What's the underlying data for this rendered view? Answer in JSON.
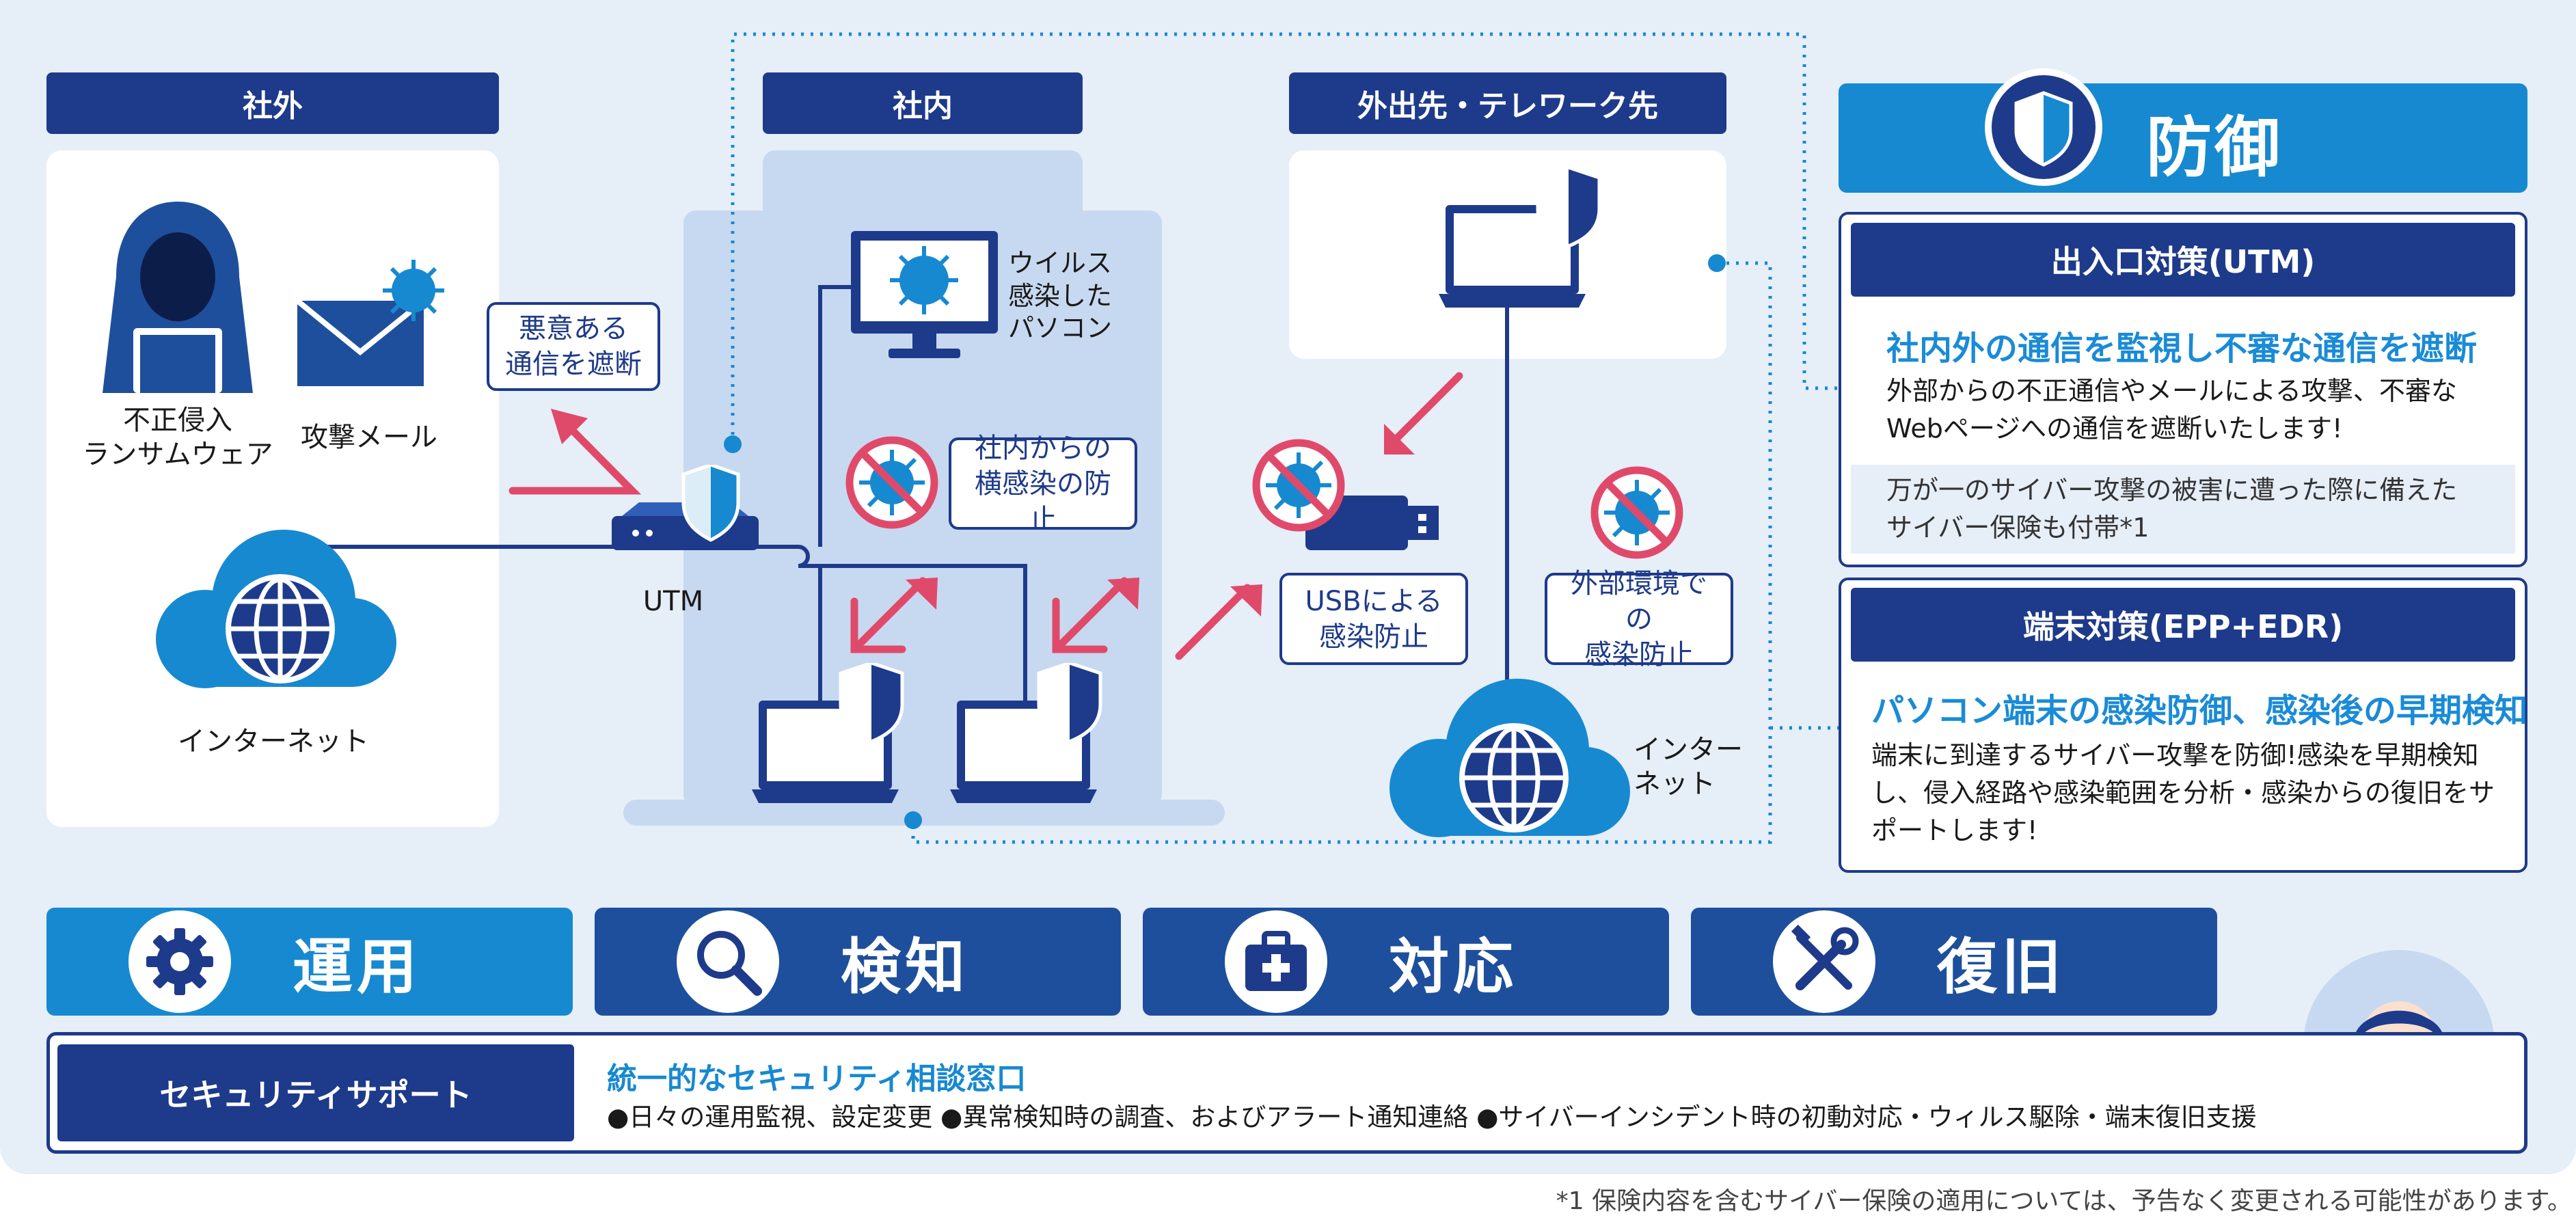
{
  "zones": {
    "outside": "社外",
    "inside": "社内",
    "remote": "外出先・テレワーク先"
  },
  "outside": {
    "hacker_label": "不正侵入\nランサムウェア",
    "mail_label": "攻撃メール",
    "internet_label": "インターネット"
  },
  "inside": {
    "infected_pc_label": "ウイルス\n感染した\nパソコン",
    "utm_label": "UTM",
    "block_tag": "悪意ある\n通信を遮断",
    "lateral_tag": "社内からの\n横感染の防止"
  },
  "remote": {
    "usb_tag": "USBによる\n感染防止",
    "external_tag": "外部環境での\n感染防止",
    "internet_label": "インター\nネット"
  },
  "defense": {
    "title": "防御",
    "utm": {
      "header": "出入口対策(UTM)",
      "lead": "社内外の通信を監視し不審な通信を遮断",
      "body": "外部からの不正通信やメールによる攻撃、不審な\nWebページへの通信を遮断いたします!",
      "note": "万が一のサイバー攻撃の被害に遭った際に備えた\nサイバー保険も付帯*1"
    },
    "edr": {
      "header": "端末対策(EPP+EDR)",
      "lead": "パソコン端末の感染防御、感染後の早期検知",
      "body": "端末に到達するサイバー攻撃を防御!感染を早期検知\nし、侵入経路や感染範囲を分析・感染からの復旧をサ\nポートします!"
    }
  },
  "phases": [
    {
      "label": "運用",
      "icon": "gear-icon",
      "color": "#1789d0"
    },
    {
      "label": "検知",
      "icon": "magnifier-icon",
      "color": "#1e4f9c"
    },
    {
      "label": "対応",
      "icon": "first-aid-icon",
      "color": "#1e4f9c"
    },
    {
      "label": "復旧",
      "icon": "tools-icon",
      "color": "#1e4f9c"
    }
  ],
  "support": {
    "label": "セキュリティサポート",
    "lead": "統一的なセキュリティ相談窓口",
    "items": "●日々の運用監視、設定変更 ●異常検知時の調査、およびアラート通知連絡 ●サイバーインシデント時の初動対応・ウィルス駆除・端末復旧支援"
  },
  "footnote": "*1 保険内容を含むサイバー保険の適用については、予告なく変更される可能性があります。",
  "colors": {
    "navy": "#1e3a8a",
    "blue": "#1789d0",
    "light": "#e6eef8",
    "pink": "#e04a6a"
  }
}
